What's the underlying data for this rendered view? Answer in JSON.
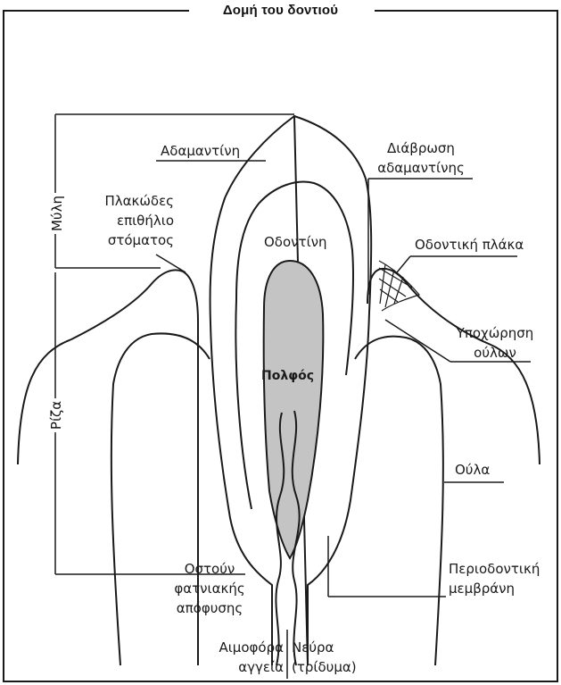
{
  "title": "Δομή του δοντιού",
  "labels": {
    "enamel": "Αδαμαντίνη",
    "enamel_erosion_1": "Διάβρωση",
    "enamel_erosion_2": "αδαμαντίνης",
    "crown": "Μύλη",
    "squamous_1": "Πλακώδες",
    "squamous_2": "επιθήλιο",
    "squamous_3": "στόματος",
    "dentin": "Οδοντίνη",
    "plaque": "Οδοντική πλάκα",
    "recession_1": "Υποχώρηση",
    "recession_2": "ούλων",
    "pulp": "Πολφός",
    "root": "Ρίζα",
    "gum": "Ούλα",
    "bone_1": "Οστούν",
    "bone_2": "φατνιακής",
    "bone_3": "απόφυσης",
    "periodontal_1": "Περιοδοντική",
    "periodontal_2": "μεμβράνη",
    "vessels_1": "Αιμοφόρα",
    "vessels_2": "αγγεία",
    "nerve_1": "Νεύρα",
    "nerve_2": "(τρίδυμα)"
  },
  "colors": {
    "line": "#1a1a1a",
    "pulp_fill": "#c4c4c4",
    "background": "#ffffff"
  }
}
